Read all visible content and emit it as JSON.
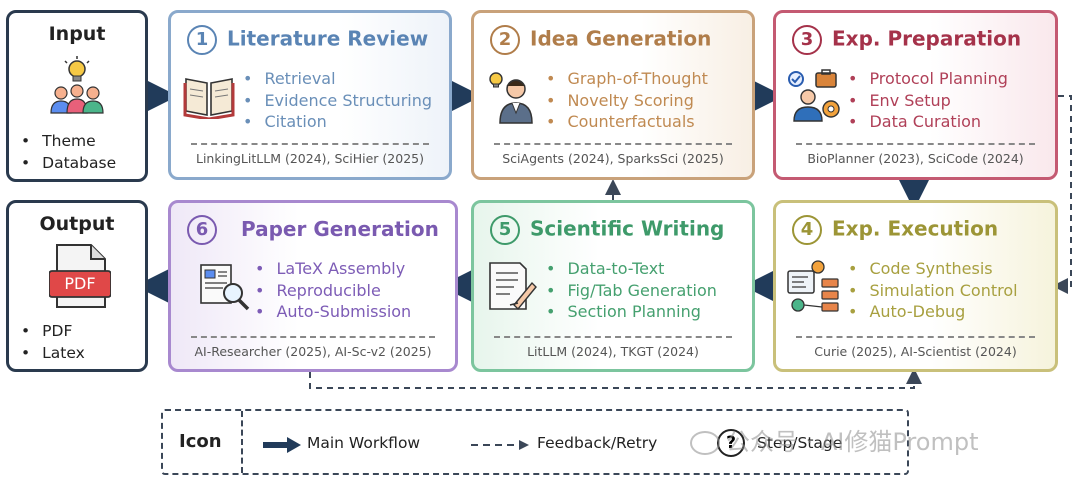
{
  "input": {
    "title": "Input",
    "items": [
      "Theme",
      "Database"
    ]
  },
  "output": {
    "title": "Output",
    "items": [
      "PDF",
      "Latex"
    ],
    "pdf_label": "PDF"
  },
  "stages": [
    {
      "num": "1",
      "title": "Literature Review",
      "items": [
        "Retrieval",
        "Evidence Structuring",
        "Citation"
      ],
      "refs": "LinkingLitLLM (2024), SciHier (2025)",
      "color": "#5a84b4",
      "icon": "open-book-icon"
    },
    {
      "num": "2",
      "title": "Idea Generation",
      "items": [
        "Graph-of-Thought",
        "Novelty Scoring",
        "Counterfactuals"
      ],
      "refs": "SciAgents (2024), SparksSci (2025)",
      "color": "#b07d4a",
      "icon": "thinking-person-icon"
    },
    {
      "num": "3",
      "title": "Exp. Preparation",
      "items": [
        "Protocol Planning",
        "Env Setup",
        "Data Curation"
      ],
      "refs": "BioPlanner (2023), SciCode (2024)",
      "color": "#a5324a",
      "icon": "researcher-gear-icon"
    },
    {
      "num": "4",
      "title": "Exp. Execution",
      "items": [
        "Code Synthesis",
        "Simulation Control",
        "Auto-Debug"
      ],
      "refs": "Curie (2025), AI-Scientist (2024)",
      "color": "#9c9536",
      "icon": "code-flow-icon"
    },
    {
      "num": "5",
      "title": "Scientific Writing",
      "items": [
        "Data-to-Text",
        "Fig/Tab Generation",
        "Section Planning"
      ],
      "refs": "LitLLM (2024), TKGT (2024)",
      "color": "#3e9a6a",
      "icon": "writing-paper-icon"
    },
    {
      "num": "6",
      "title": "Paper Generation",
      "items": [
        "LaTeX Assembly",
        "Reproducible",
        "Auto-Submission"
      ],
      "refs": "AI-Researcher (2025), AI-Sc-v2 (2025)",
      "color": "#7a5ab0",
      "icon": "document-magnifier-icon"
    }
  ],
  "legend": {
    "title": "Icon",
    "main": "Main Workflow",
    "feedback": "Feedback/Retry",
    "step_symbol": "?",
    "step": "Step/Stage"
  },
  "watermark": "公众号 · AI修猫Prompt"
}
